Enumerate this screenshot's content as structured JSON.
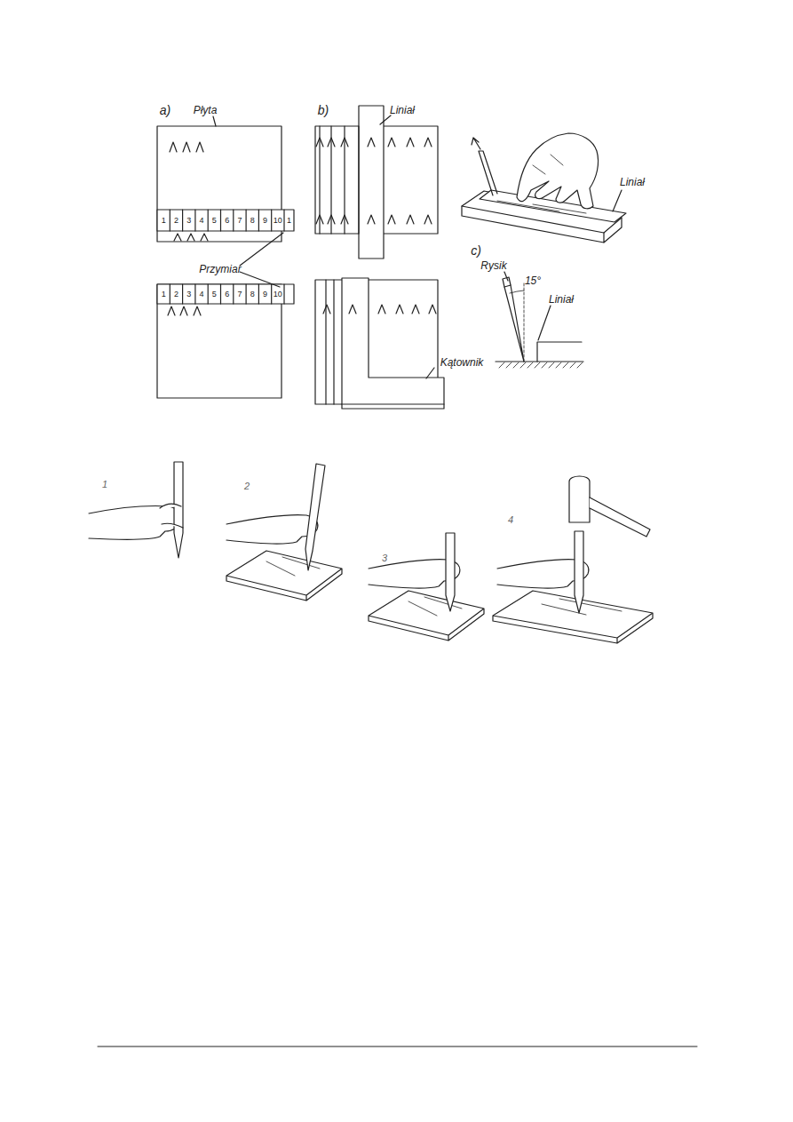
{
  "diagram": {
    "labels": [
      "a)",
      "Płyta",
      "b)",
      "Liniał",
      "Liniał",
      "1",
      "2",
      "3",
      "4",
      "5",
      "6",
      "7",
      "8",
      "9",
      "10",
      "1",
      "Przymiar",
      "1",
      "2",
      "3",
      "4",
      "5",
      "6",
      "7",
      "8",
      "9",
      "10",
      "Kątownik",
      "c)",
      "Rysik",
      "15°",
      "Liniał",
      "1",
      "2",
      "3",
      "4"
    ]
  }
}
